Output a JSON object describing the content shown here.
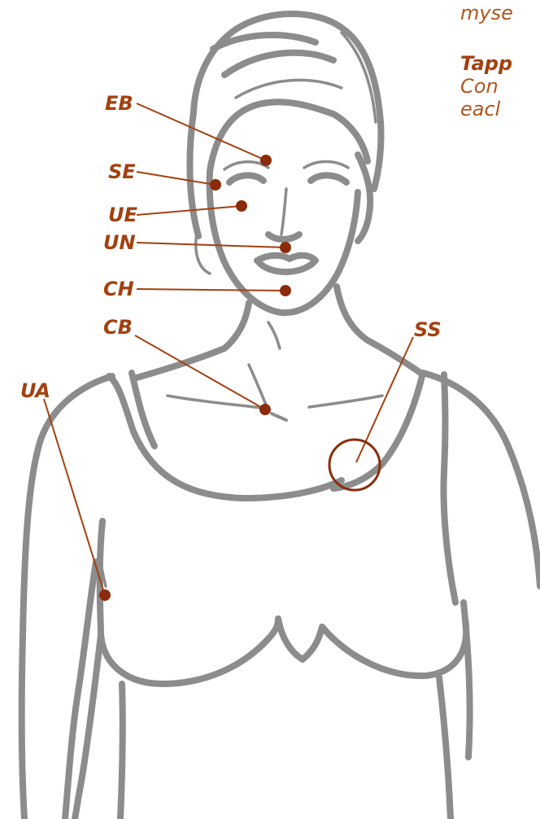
{
  "colors": {
    "accent": "#a3400f",
    "dot": "#8b2b0b",
    "outline": "#8c8c8c",
    "side_text": "#b0561f"
  },
  "side_text": {
    "line1": "myse",
    "heading": "Tapp",
    "line2": "Con",
    "line3": "eacl"
  },
  "points": [
    {
      "label": "EB"
    },
    {
      "label": "SE"
    },
    {
      "label": "UE"
    },
    {
      "label": "UN"
    },
    {
      "label": "CH"
    },
    {
      "label": "CB"
    },
    {
      "label": "SS"
    },
    {
      "label": "UA"
    }
  ]
}
